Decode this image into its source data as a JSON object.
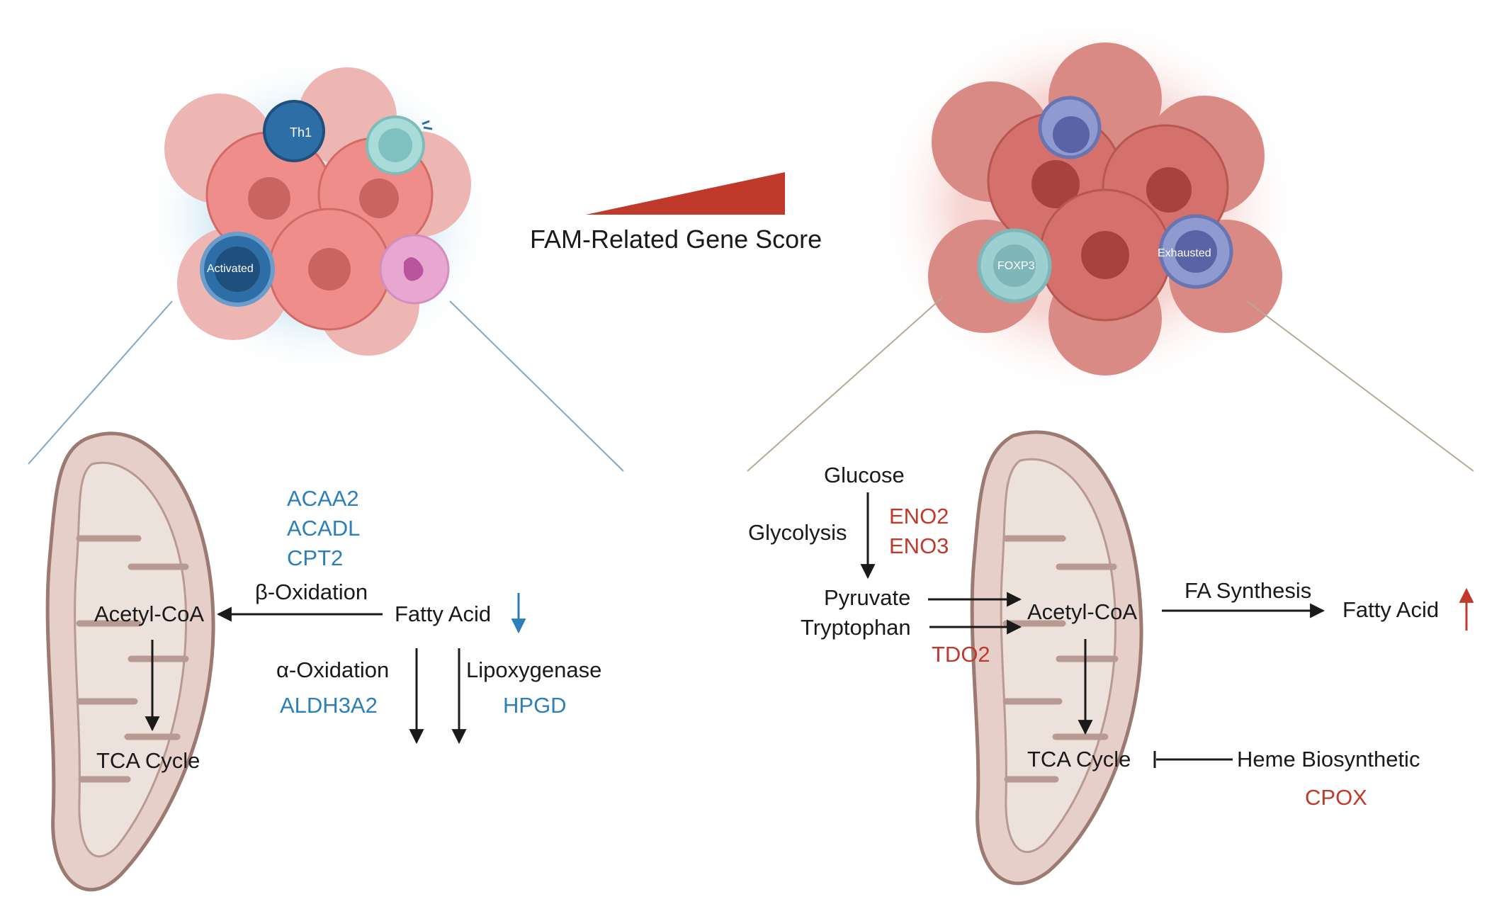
{
  "header": {
    "score_label": "FAM-Related Gene Score"
  },
  "left_panel": {
    "cell_labels": {
      "th1": "Th1",
      "activated": "Activated"
    },
    "genes_beta": [
      "ACAA2",
      "ACADL",
      "CPT2"
    ],
    "beta_oxidation": "β-Oxidation",
    "acetyl_coa": "Acetyl-CoA",
    "fatty_acid": "Fatty Acid",
    "alpha_oxidation": "α-Oxidation",
    "alpha_gene": "ALDH3A2",
    "lipoxygenase": "Lipoxygenase",
    "lipox_gene": "HPGD",
    "tca_cycle": "TCA Cycle"
  },
  "right_panel": {
    "cell_labels": {
      "foxp3": "FOXP3",
      "exhausted": "Exhausted"
    },
    "glucose": "Glucose",
    "glycolysis": "Glycolysis",
    "glycolysis_genes": [
      "ENO2",
      "ENO3"
    ],
    "pyruvate": "Pyruvate",
    "tryptophan": "Tryptophan",
    "tryptophan_gene": "TDO2",
    "acetyl_coa": "Acetyl-CoA",
    "fa_synthesis": "FA Synthesis",
    "fatty_acid": "Fatty Acid",
    "tca_cycle": "TCA Cycle",
    "heme": "Heme Biosynthetic",
    "heme_gene": "CPOX"
  },
  "colors": {
    "down": "#2c7fb8",
    "up": "#c0392b",
    "text": "#1a1a1a",
    "mito_fill": "#e6cfc9",
    "mito_stroke": "#9c7a72",
    "tumor_cell": "#e77f7c",
    "tumor_cell_dark": "#c75a57"
  }
}
